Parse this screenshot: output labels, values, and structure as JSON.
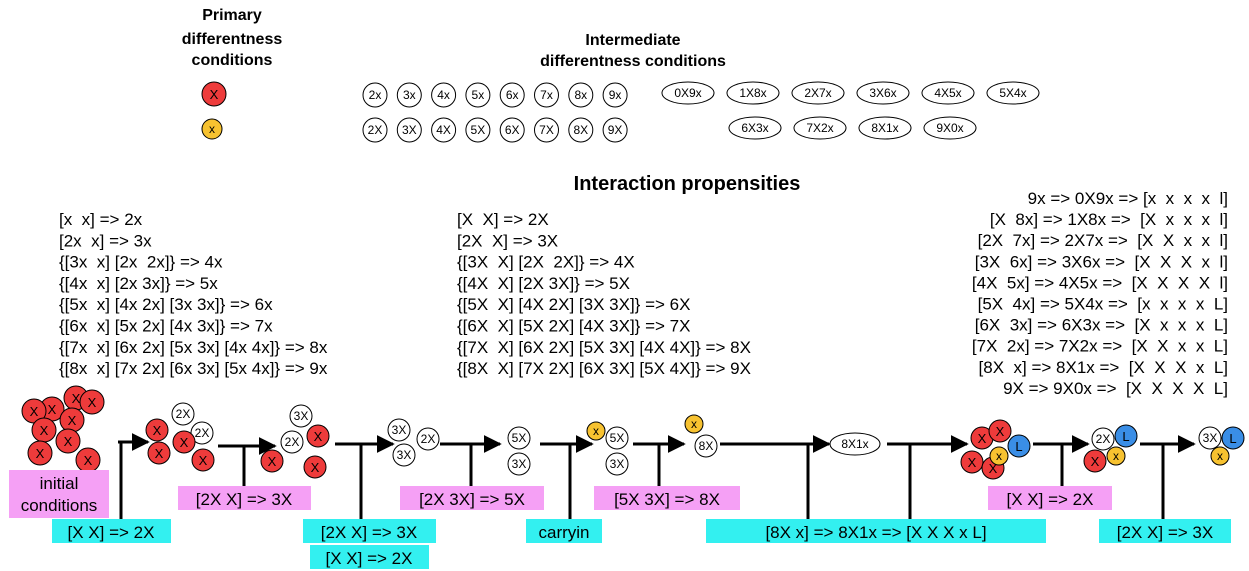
{
  "headers": {
    "primary": [
      "Primary",
      "differentness",
      "conditions"
    ],
    "intermediate": [
      "Intermediate",
      "differentness conditions"
    ],
    "propensities": "Interaction propensities"
  },
  "primary_symbols": [
    "X",
    "x"
  ],
  "colors": {
    "red": "#ee3b3b",
    "yellow": "#f7c230",
    "blue": "#3a8ee6",
    "magenta_label": "#f5a0f5",
    "cyan_label": "#33f0f0"
  },
  "intermediate_row1": [
    "2x",
    "3x",
    "4x",
    "5x",
    "6x",
    "7x",
    "8x",
    "9x"
  ],
  "intermediate_row2": [
    "2X",
    "3X",
    "4X",
    "5X",
    "6X",
    "7X",
    "8X",
    "9X"
  ],
  "oval_row1": [
    "0X9x",
    "1X8x",
    "2X7x",
    "3X6x",
    "4X5x",
    "5X4x"
  ],
  "oval_row2": [
    "6X3x",
    "7X2x",
    "8X1x",
    "9X0x"
  ],
  "rules_lower": [
    "[x  x] => 2x",
    "[2x  x] => 3x",
    "{[3x  x] [2x  2x]} => 4x",
    "{[4x  x] [2x 3x]} => 5x",
    "{[5x  x] [4x 2x] [3x 3x]} => 6x",
    "{[6x  x] [5x 2x] [4x 3x]} => 7x",
    "{[7x  x] [6x 2x] [5x 3x] [4x 4x]} => 8x",
    "{[8x  x] [7x 2x] [6x 3x] [5x 4x]} => 9x"
  ],
  "rules_upper": [
    "[X  X] => 2X",
    "[2X  X] => 3X",
    "{[3X  X] [2X  2X]} => 4X",
    "{[4X  X] [2X 3X]} => 5X",
    "{[5X  X] [4X 2X] [3X 3X]} => 6X",
    "{[6X  X] [5X 2X] [4X 3X]} => 7X",
    "{[7X  X] [6X 2X] [5X 3X] [4X 4X]} => 8X",
    "{[8X  X] [7X 2X] [6X 3X] [5X 4X]} => 9X"
  ],
  "rules_carry": [
    "9x => 0X9x => [x  x  x  x  l]",
    "[X  8x] => 1X8x =>  [X  x  x  x  l]",
    "[2X  7x] => 2X7x =>  [X  X  x  x  l]",
    "[3X  6x] => 3X6x =>  [X  X  X  x  l]",
    "[4X  5x] => 4X5x =>  [X  X  X  X  l]",
    "[5X  4x] => 5X4x =>  [x  x  x  x  L]",
    "[6X  3x] => 6X3x =>  [X  x  x  x  L]",
    "[7X  2x] => 7X2x =>  [X  X  x  x  L]",
    "[8X  x] => 8X1x =>  [X  X  X  x  L]",
    "9X => 9X0x =>  [X  X  X  X  L]"
  ],
  "initial_conditions": [
    "initial",
    "conditions"
  ],
  "steps": {
    "s1": [
      "X"
    ],
    "s2": [
      "2X",
      "2X",
      "X"
    ],
    "s3": [
      "3X",
      "2X",
      "X"
    ],
    "s4": [
      "3X",
      "2X",
      "3X"
    ],
    "s5": [
      "5X",
      "3X"
    ],
    "s6": [
      "x",
      "5X",
      "3X"
    ],
    "s7": [
      "x",
      "8X"
    ],
    "s8": "8X1x",
    "s9": [
      "X",
      "x",
      "L"
    ],
    "s10": [
      "2X",
      "L",
      "x"
    ],
    "s11": [
      "3X",
      "L",
      "x"
    ]
  },
  "stage_labels": {
    "l1": "[X  X] => 2X",
    "l2": "[2X  X] => 3X",
    "l3a": "[2X  X] => 3X",
    "l3b": "[X  X] => 2X",
    "l4": "[2X  3X] => 5X",
    "l5": "carryin",
    "l6": "[5X  3X] => 8X",
    "l7": "[8X  x] => 8X1x =>  [X  X  X  x  L]",
    "l8": "[X  X] => 2X",
    "l9": "[2X  X] => 3X"
  }
}
